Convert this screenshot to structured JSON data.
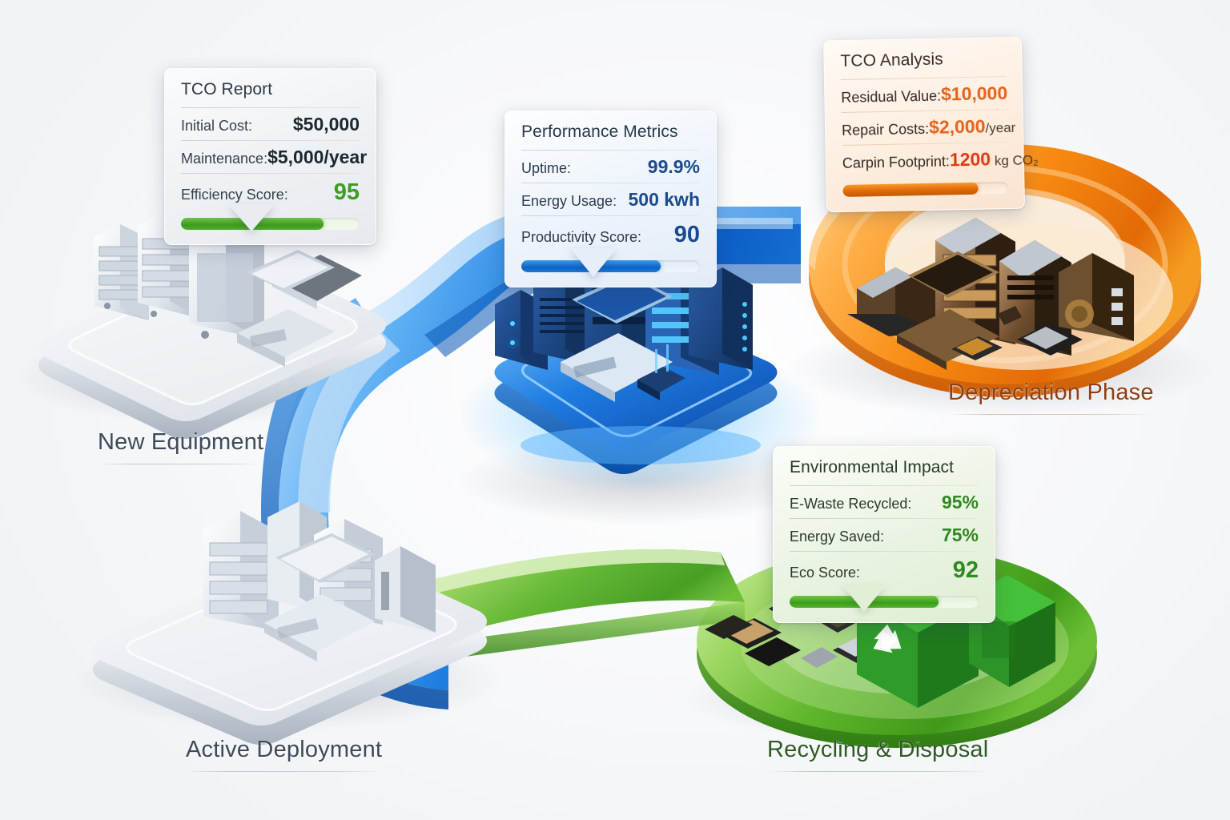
{
  "background_color": "#f5f6f8",
  "stages": [
    {
      "id": "new-equipment",
      "label": "New Equipment",
      "color": "#3e4a59"
    },
    {
      "id": "active-deployment",
      "label": "Active Deployment",
      "color": "#3e4a59"
    },
    {
      "id": "depreciation",
      "label": "Depreciation Phase",
      "color": "#8d3f15"
    },
    {
      "id": "recycling",
      "label": "Recycling & Disposal",
      "color": "#2f5a27"
    }
  ],
  "cards": {
    "tco_report": {
      "title": "TCO Report",
      "accent": "#3f9c26",
      "rows": [
        {
          "label": "Initial Cost:",
          "value": "$50,000"
        },
        {
          "label": "Maintenance:",
          "value": "$5,000/year"
        },
        {
          "label": "Efficiency Score:",
          "value": "95"
        }
      ],
      "progress_percent": 80
    },
    "performance_metrics": {
      "title": "Performance Metrics",
      "accent": "#1a4a8f",
      "rows": [
        {
          "label": "Uptime:",
          "value": "99.9%"
        },
        {
          "label": "Energy Usage:",
          "value": "500 kwh"
        },
        {
          "label": "Productivity Score:",
          "value": "90"
        }
      ],
      "progress_percent": 78
    },
    "tco_analysis": {
      "title": "TCO Analysis",
      "accent": "#e8631a",
      "rows": [
        {
          "label": "Residual Value:",
          "value": "$10,000"
        },
        {
          "label": "Repair Costs:",
          "value": "$2,000",
          "unit": "/year"
        },
        {
          "label": "Carpin Footprint:",
          "value": "1200",
          "unit": " kg CO₂"
        }
      ],
      "progress_percent": 82
    },
    "environmental_impact": {
      "title": "Environmental Impact",
      "accent": "#2f8a1f",
      "rows": [
        {
          "label": "E-Waste Recycled:",
          "value": "95%"
        },
        {
          "label": "Energy Saved:",
          "value": "75%"
        },
        {
          "label": "Eco Score:",
          "value": "92"
        }
      ],
      "progress_percent": 79
    }
  },
  "icons": {
    "recycle": "recycle-symbol-icon",
    "server": "server-rack-icon",
    "laptop": "laptop-icon",
    "bin": "recycle-bin-icon"
  }
}
